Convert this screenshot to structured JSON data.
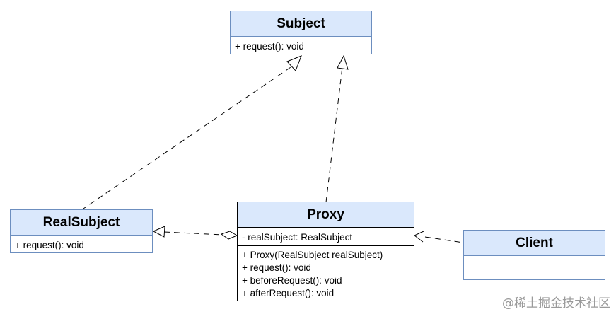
{
  "diagram": {
    "classes": {
      "subject": {
        "name": "Subject",
        "operations": [
          "+ request(): void"
        ]
      },
      "real_subject": {
        "name": "RealSubject",
        "operations": [
          "+ request(): void"
        ]
      },
      "proxy": {
        "name": "Proxy",
        "attributes": [
          "- realSubject: RealSubject"
        ],
        "operations": [
          "+ Proxy(RealSubject realSubject)",
          "+ request(): void",
          "+ beforeRequest(): void",
          "+ afterRequest(): void"
        ]
      },
      "client": {
        "name": "Client"
      }
    },
    "relationships": [
      {
        "from": "RealSubject",
        "to": "Subject",
        "type": "realization"
      },
      {
        "from": "Proxy",
        "to": "Subject",
        "type": "realization"
      },
      {
        "from": "Proxy",
        "to": "RealSubject",
        "type": "aggregation"
      },
      {
        "from": "Client",
        "to": "Proxy",
        "type": "dependency"
      }
    ]
  },
  "colors": {
    "header_fill": "#dae8fc",
    "header_border": "#6c8ebf",
    "line": "#000000"
  },
  "watermark": "@稀土掘金技术社区"
}
